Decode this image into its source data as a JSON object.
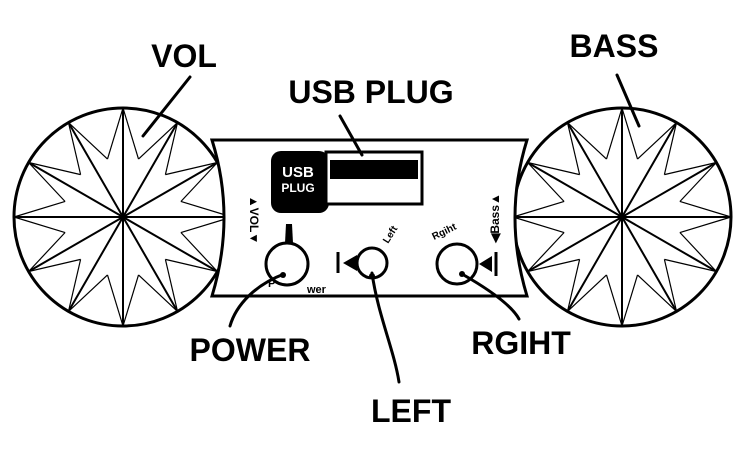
{
  "callouts": {
    "vol": "VOL",
    "bass": "BASS",
    "usb_plug": "USB PLUG",
    "power": "POWER",
    "left": "LEFT",
    "right": "RGIHT"
  },
  "panel": {
    "usb_badge_line1": "USB",
    "usb_badge_line2": "PLUG",
    "vol_side_label": "▲VOL▼",
    "bass_side_label": "◀Bass▲",
    "power_p": "P",
    "power_wer": "wer",
    "left_knob_label": "Left",
    "right_knob_label": "Rgiht"
  },
  "colors": {
    "ink": "#000000",
    "paper": "#ffffff"
  }
}
